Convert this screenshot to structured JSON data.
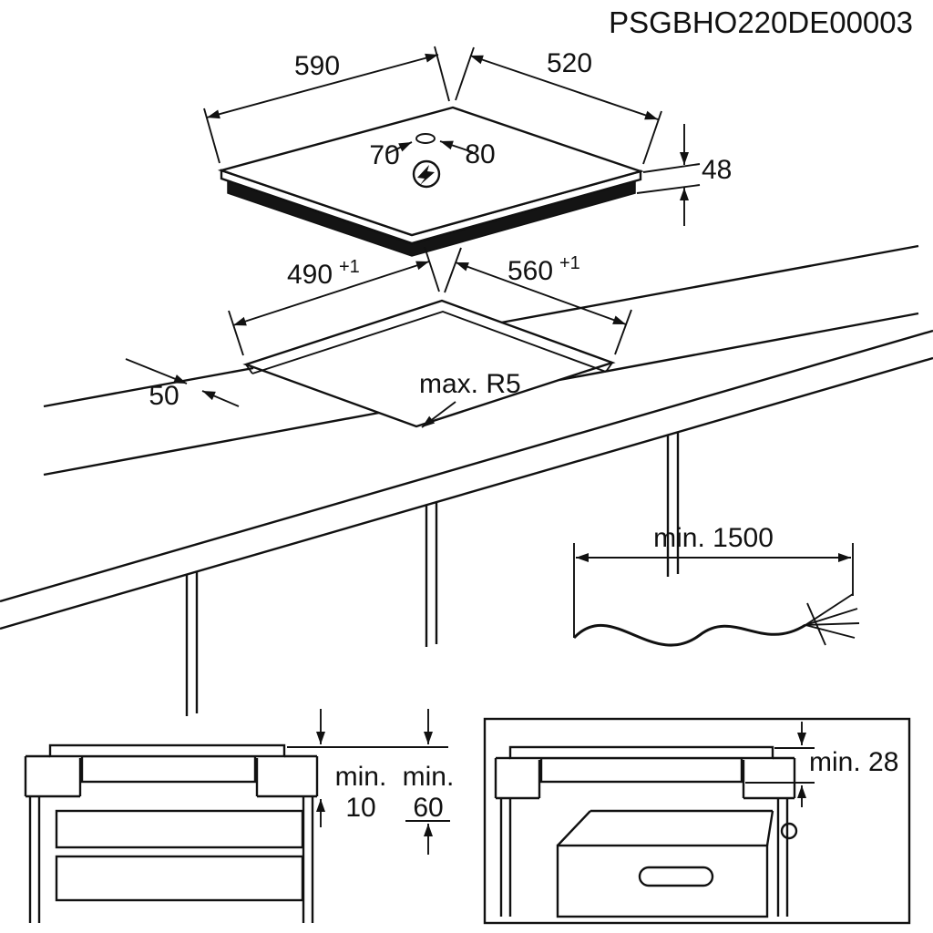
{
  "doc": {
    "part_number": "PSGBHO220DE00003"
  },
  "hob": {
    "width": "590",
    "depth": "520",
    "thickness": "48",
    "hole_offset_left": "70",
    "hole_offset_right": "80",
    "electric_symbol": "lightning-bolt"
  },
  "cutout": {
    "depth": "490",
    "depth_tolerance": "+1",
    "width": "560",
    "width_tolerance": "+1",
    "rear_clearance": "50",
    "corner_radius": "max. R5"
  },
  "cable": {
    "length": "min. 1500"
  },
  "clearance_left": {
    "label_1": "min.",
    "value_1": "10",
    "label_2": "min.",
    "value_2": "60"
  },
  "clearance_right": {
    "oven_gap": "min. 28"
  },
  "colors": {
    "line": "#111111",
    "background": "#ffffff"
  }
}
